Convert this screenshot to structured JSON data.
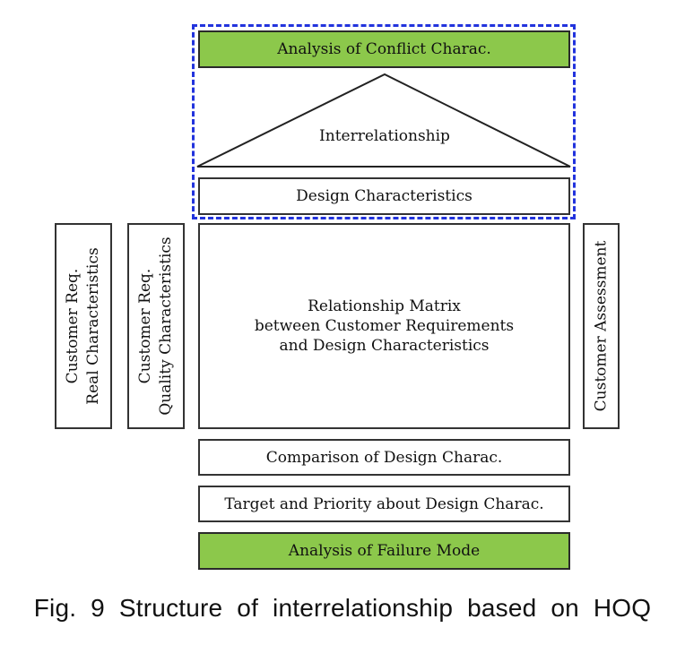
{
  "diagram": {
    "top_box": "Analysis of Conflict Charac.",
    "roof_label": "Interrelationship",
    "design_box": "Design Characteristics",
    "left_box_1": {
      "line1": "Customer Req.",
      "line2": "Real Characteristics"
    },
    "left_box_2": {
      "line1": "Customer Req.",
      "line2": "Quality Characteristics"
    },
    "matrix": {
      "line1": "Relationship Matrix",
      "line2": "between Customer Requirements",
      "line3": "and Design Characteristics"
    },
    "right_box": "Customer Assessment",
    "comparison_box": "Comparison of Design Charac.",
    "target_box": "Target and Priority about Design Charac.",
    "bottom_box": "Analysis of Failure Mode",
    "colors": {
      "highlight_fill": "#8cc84b",
      "dashed_border": "#2233dd",
      "stroke": "#333333"
    }
  },
  "caption": "Fig. 9 Structure of interrelationship based on HOQ"
}
